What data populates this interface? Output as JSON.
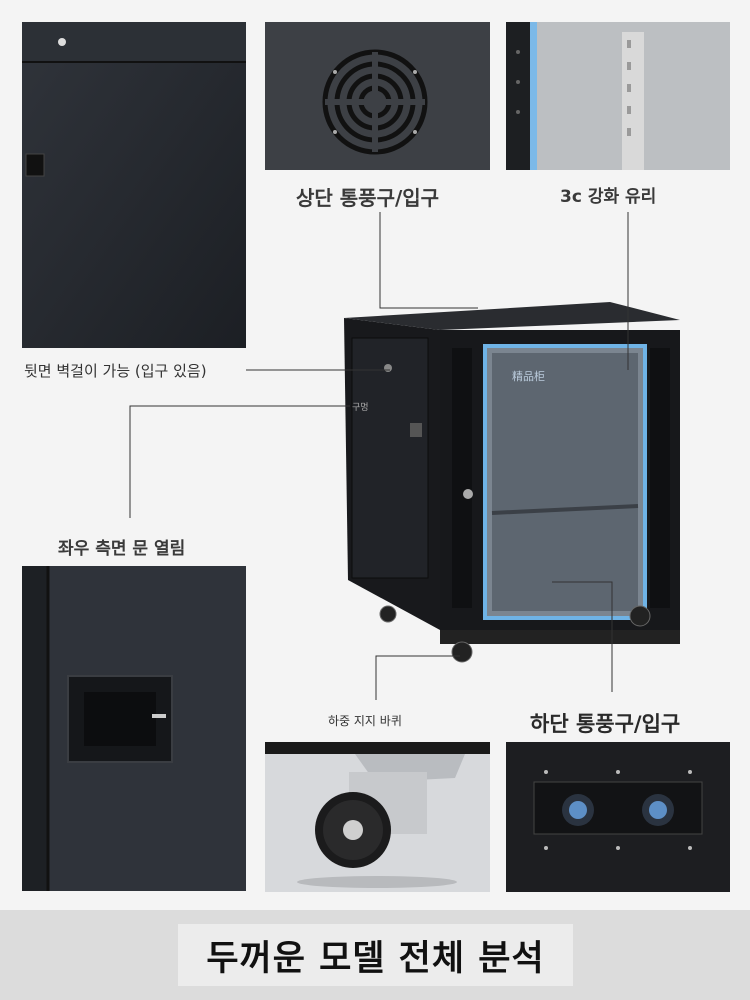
{
  "labels": {
    "top_vent": "상단 통풍구/입구",
    "glass": "3c 강화 유리",
    "rear_wall": "뒷면 벽걸이 가능 (입구 있음)",
    "hole": "구멍",
    "side_door": "좌우 측면 문 열림",
    "casters": "하중 지지 바퀴",
    "bottom_vent": "하단 통풍구/입구"
  },
  "cabinet": {
    "logo_text": "精品柜"
  },
  "banner": {
    "title": "두꺼운 모델 전체 분석"
  },
  "colors": {
    "page_bg": "#f4f4f4",
    "banner_bg": "#dcdcdc",
    "cabinet_black": "#1a1b1e",
    "glass_edge": "#6fb3e6"
  }
}
